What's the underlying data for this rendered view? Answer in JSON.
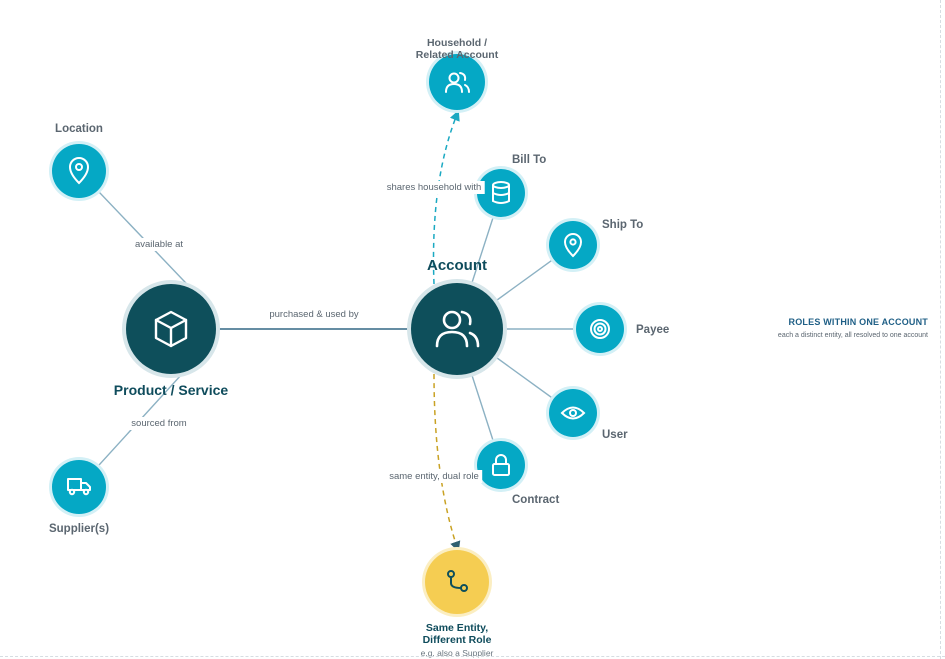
{
  "colors": {
    "hub": "#0e4f5b",
    "node": "#05a8c5",
    "node_ring": "#d3f0f6",
    "yellow": "#f5cd52",
    "line": "#8cb1c3",
    "dash_teal": "#1aa9c2",
    "dash_gold": "#c9a224"
  },
  "hubs": {
    "account": {
      "label": "Account",
      "icon": "users-icon"
    },
    "product": {
      "label": "Product / Service",
      "icon": "box-icon"
    }
  },
  "nodes": {
    "location": {
      "label": "Location",
      "icon": "map-pin-icon"
    },
    "suppliers": {
      "label": "Supplier(s)",
      "icon": "truck-icon"
    },
    "household": {
      "label_line1": "Household /",
      "label_line2": "Related Account",
      "icon": "users-icon"
    },
    "bill_to": {
      "label": "Bill To",
      "icon": "database-icon"
    },
    "ship_to": {
      "label": "Ship To",
      "icon": "map-pin-icon"
    },
    "payee": {
      "label": "Payee",
      "icon": "target-icon"
    },
    "user": {
      "label": "User",
      "icon": "eye-icon"
    },
    "contract": {
      "label": "Contract",
      "icon": "lock-icon"
    },
    "same_entity": {
      "label_line1": "Same Entity,",
      "label_line2": "Different Role",
      "note": "e.g. also a Supplier",
      "icon": "git-merge-icon"
    }
  },
  "edges": {
    "available_at": "available at",
    "sourced_from": "sourced from",
    "purchased_used_by": "purchased & used by",
    "shares_household_with": "shares household with",
    "same_entity_dual_role": "same entity, dual role"
  },
  "legend": {
    "title": "ROLES WITHIN ONE ACCOUNT",
    "subtitle": "each a distinct entity, all resolved to one account"
  }
}
